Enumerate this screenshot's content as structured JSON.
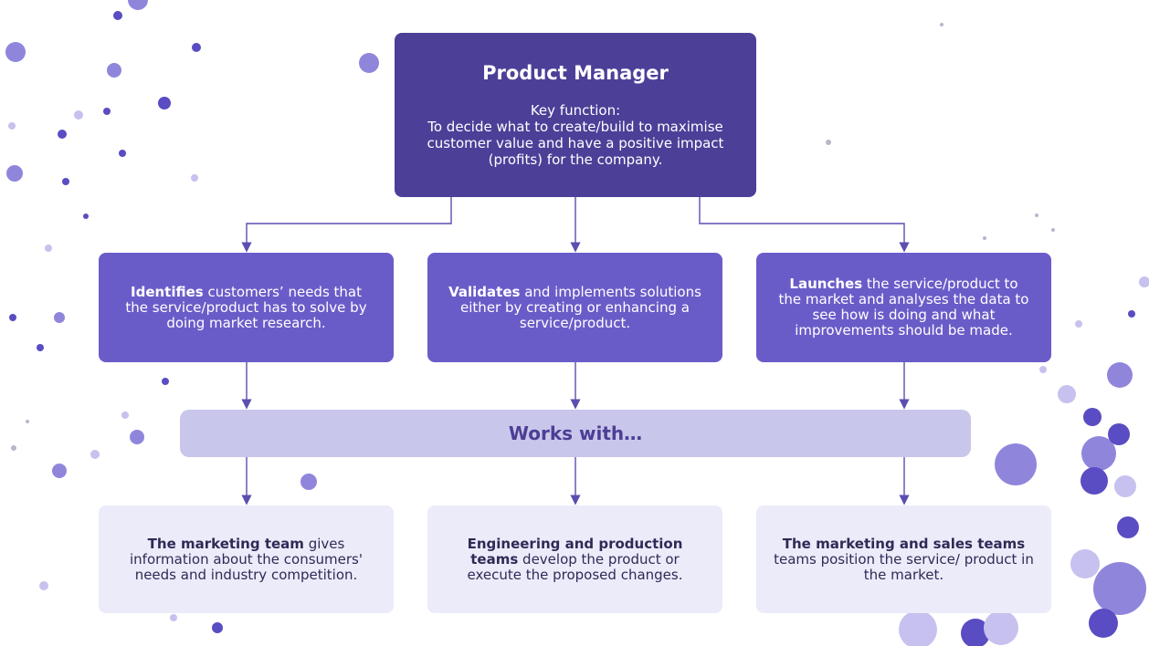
{
  "manager": {
    "title": "Product Manager",
    "body": "Key function:\nTo decide what to create/build to maximise customer value and have a positive impact (profits) for the company."
  },
  "roles": [
    {
      "bold": "Identifies",
      "rest": " customers’ needs that the service/product has to solve by doing market research."
    },
    {
      "bold": "Validates",
      "rest": " and implements solutions either by creating or enhancing a service/product."
    },
    {
      "bold": "Launches",
      "rest": " the service/product to the market and analyses the data to see how is doing and what improvements should be made."
    }
  ],
  "works_with": "Works with…",
  "teams": [
    {
      "bold": "The marketing team",
      "rest": " gives information about the consumers' needs and industry competition."
    },
    {
      "bold": "Engineering and production teams",
      "rest": " develop the product or execute the proposed changes."
    },
    {
      "bold": "The marketing and sales teams",
      "rest": " teams position the service/ product in the market."
    }
  ],
  "colors": {
    "manager": "#4c3f98",
    "role": "#6a5cc8",
    "works": "#c9c6eb",
    "team": "#ecebfa",
    "connector": "#5a4fb0"
  }
}
